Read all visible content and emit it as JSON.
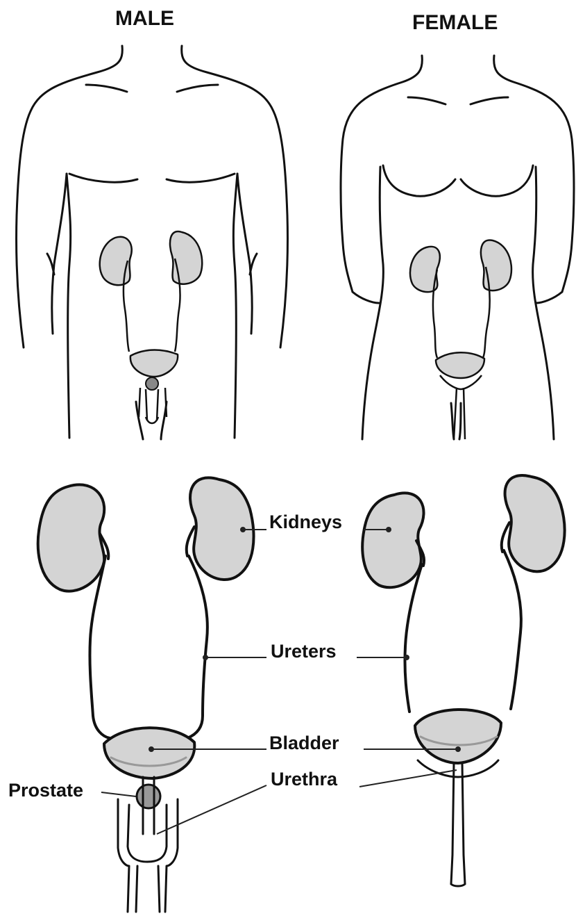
{
  "titles": {
    "male": "MALE",
    "female": "FEMALE"
  },
  "labels": {
    "kidneys": "Kidneys",
    "ureters": "Ureters",
    "bladder": "Bladder",
    "urethra": "Urethra",
    "prostate": "Prostate"
  },
  "colors": {
    "outline": "#111111",
    "organ_fill": "#d4d4d4",
    "leader": "#222222",
    "background": "#ffffff"
  }
}
